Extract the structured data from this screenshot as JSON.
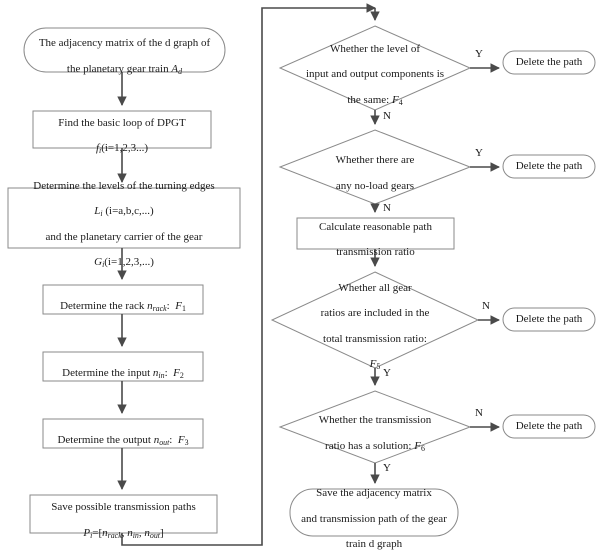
{
  "diagram": {
    "title": "Flowchart of the transmission path search algorithm for planetary gear trains",
    "colors": {
      "shape_stroke": "#8a8a8a",
      "connector_stroke": "#4a4a4a",
      "text": "#1a1a1a",
      "background": "#ffffff"
    }
  },
  "left_column": {
    "start": {
      "shape": "terminator",
      "line1": "The adjacency matrix of the d graph of",
      "line2_prefix": "the planetary gear train ",
      "line2_var": "A",
      "line2_sub": "d"
    },
    "step_find_loop": {
      "shape": "process",
      "line1": "Find the basic loop of DPGT",
      "line2_var": "f",
      "line2_sub": "i",
      "line2_rest": "(i=1,2,3...)"
    },
    "step_levels": {
      "shape": "process",
      "line1": "Determine the levels of the turning edges",
      "line2_var": "L",
      "line2_sub": "i",
      "line2_rest": " (i=a,b,c,...)",
      "line3": "and the planetary carrier of the gear",
      "line4_var": "G",
      "line4_sub": "i",
      "line4_rest": "(i=1,2,3,...)"
    },
    "step_rack": {
      "shape": "process",
      "prefix": "Determine the rack ",
      "var": "n",
      "sub": "rack",
      "colon": ":",
      "flag_var": "F",
      "flag_sub": "1"
    },
    "step_input": {
      "shape": "process",
      "prefix": "Determine the input ",
      "var": "n",
      "sub": "in",
      "colon": ":",
      "flag_var": "F",
      "flag_sub": "2"
    },
    "step_output": {
      "shape": "process",
      "prefix": "Determine the output ",
      "var": "n",
      "sub": "out",
      "colon": ":",
      "flag_var": "F",
      "flag_sub": "3"
    },
    "step_save_paths": {
      "shape": "process",
      "line1": "Save possible transmission paths",
      "line2_var": "P",
      "line2_sub": "i",
      "line2_eq": "=[",
      "line2_a": "n",
      "line2_a_sub": "rack",
      "line2_b": "n",
      "line2_b_sub": "in",
      "line2_c": "n",
      "line2_c_sub": "out",
      "line2_close": "]"
    }
  },
  "right_column": {
    "decision_levels_same": {
      "shape": "decision",
      "line1": "Whether the level of",
      "line2": "input and output components is",
      "line3_prefix": "the same: ",
      "line3_var": "F",
      "line3_sub": "4",
      "yes_label": "Y",
      "no_label": "N"
    },
    "decision_noload": {
      "shape": "decision",
      "line1": "Whether there are",
      "line2": "any no-load gears",
      "yes_label": "Y",
      "no_label": "N"
    },
    "step_calc_ratio": {
      "shape": "process",
      "line1": "Calculate reasonable path",
      "line2": "transmission ratio"
    },
    "decision_all_ratios": {
      "shape": "decision",
      "line1": "Whether all gear",
      "line2": "ratios are included in the",
      "line3": "total transmission ratio:",
      "line4_var": "F",
      "line4_sub": "5",
      "no_label": "N",
      "yes_label": "Y"
    },
    "decision_has_solution": {
      "shape": "decision",
      "line1": "Whether the transmission",
      "line2_prefix": "ratio has a solution: ",
      "line2_var": "F",
      "line2_sub": "6",
      "no_label": "N",
      "yes_label": "Y"
    },
    "end_save": {
      "shape": "terminator",
      "line1": "Save the adjacency matrix",
      "line2": "and transmission path of the gear",
      "line3": "train d graph"
    },
    "delete_path_1": {
      "shape": "terminator",
      "label": "Delete the path"
    },
    "delete_path_2": {
      "shape": "terminator",
      "label": "Delete the path"
    },
    "delete_path_3": {
      "shape": "terminator",
      "label": "Delete the path"
    },
    "delete_path_4": {
      "shape": "terminator",
      "label": "Delete the path"
    }
  }
}
